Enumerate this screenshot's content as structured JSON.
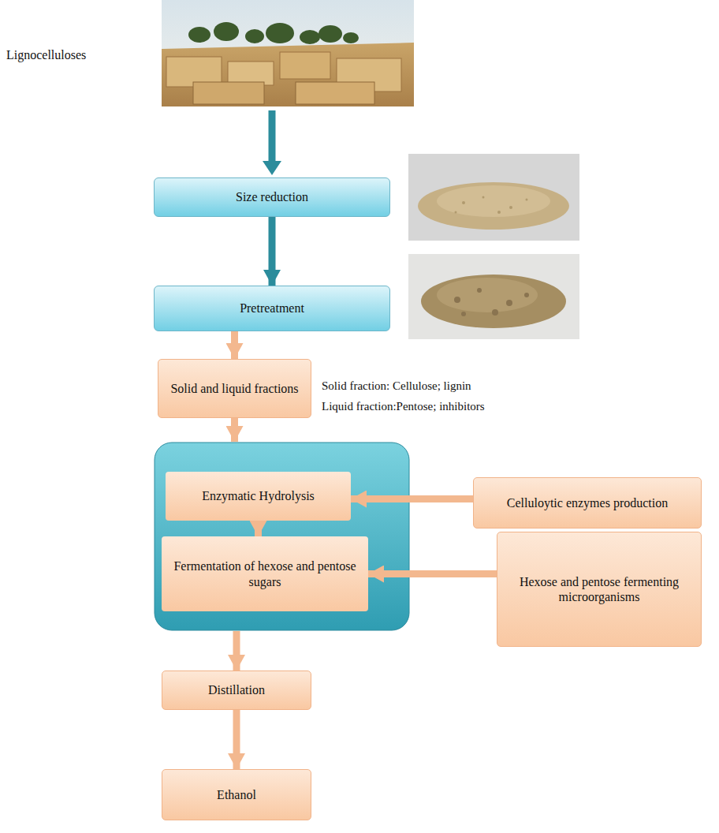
{
  "diagram": {
    "nodes": [
      {
        "text": [
          "Size reduction"
        ]
      },
      {
        "text": [
          "Pretreatment"
        ]
      },
      {
        "text": [
          "Solid and liquid fractions"
        ]
      },
      {
        "text": []
      },
      {
        "text": [
          "Enzymatic Hydrolysis"
        ],
        "in": 3
      },
      {
        "text": [
          "Celluloytic enzymes production"
        ]
      },
      {
        "text": [
          "Fermentation of hexose and pentose sugars"
        ],
        "in": 3
      },
      {
        "text": [
          "Hexose and pentose fermenting microorganisms"
        ]
      },
      {
        "text": [
          "Distillation"
        ]
      },
      {
        "text": [
          "Ethanol"
        ]
      }
    ],
    "edges": [
      {
        "from": 0,
        "to": 1,
        "arrow": "to"
      },
      {
        "from": 1,
        "to": 2,
        "arrow": "to"
      },
      {
        "from": 2,
        "to": 3,
        "arrow": "to"
      },
      {
        "from": 5,
        "to": 4,
        "arrow": "to"
      },
      {
        "from": 4,
        "to": 6,
        "arrow": "to"
      },
      {
        "from": 7,
        "to": 6,
        "arrow": "to"
      },
      {
        "from": 3,
        "to": 8,
        "arrow": "to"
      },
      {
        "from": 8,
        "to": 9,
        "arrow": "to"
      }
    ],
    "labels": [
      "Lignocelluloses",
      "Solid fraction: Cellulose; lignin",
      "Liquid fraction:Pentose; inhibitors"
    ]
  }
}
